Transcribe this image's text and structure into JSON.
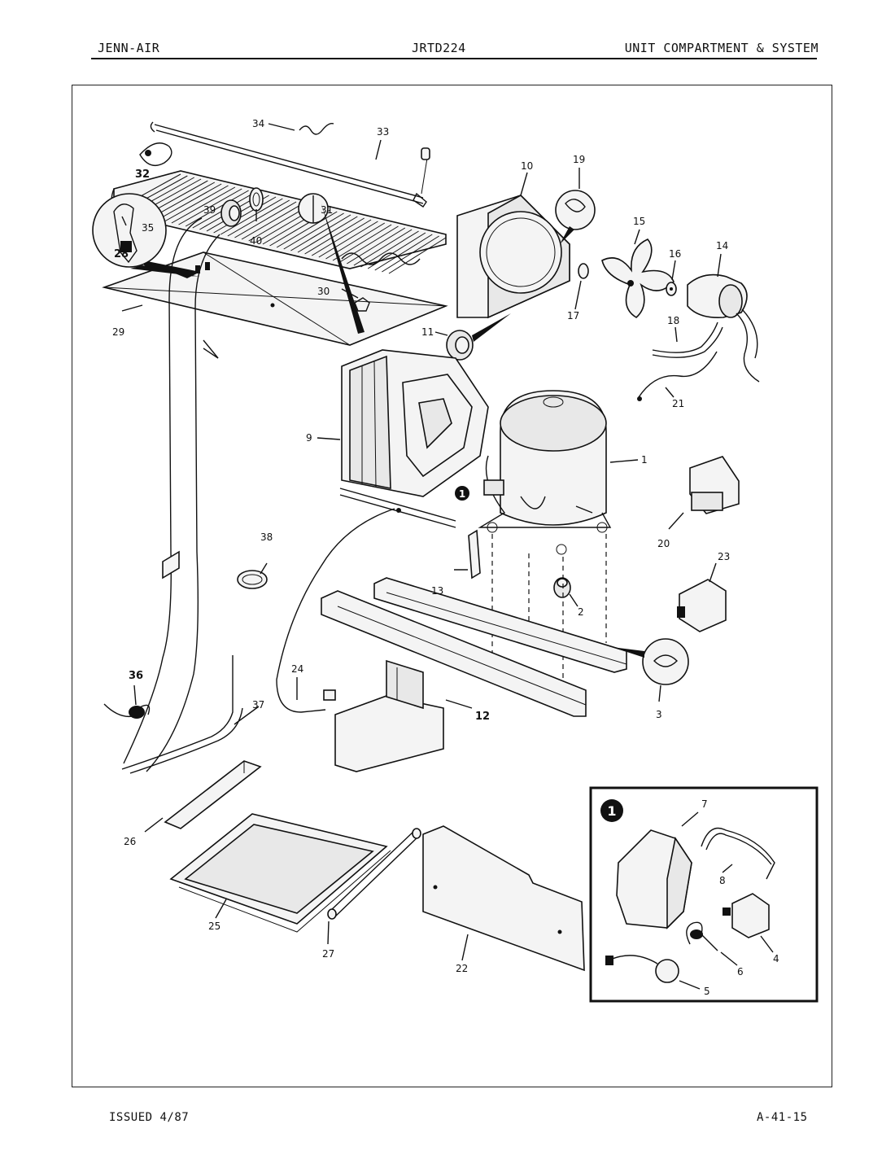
{
  "header": {
    "brand": "JENN-AIR",
    "model": "JRTD224",
    "section": "UNIT COMPARTMENT & SYSTEM"
  },
  "footer": {
    "issued": "ISSUED 4/87",
    "page_code": "A-41-15"
  },
  "callouts": {
    "p1": "1",
    "p2": "2",
    "p3": "3",
    "p4": "4",
    "p5": "5",
    "p6": "6",
    "p7": "7",
    "p8": "8",
    "p9": "9",
    "p10": "10",
    "p11": "11",
    "p12": "12",
    "p13": "13",
    "p14": "14",
    "p15": "15",
    "p16": "16",
    "p17": "17",
    "p18": "18",
    "p19": "19",
    "p20": "20",
    "p21": "21",
    "p22": "22",
    "p23": "23",
    "p24": "24",
    "p25": "25",
    "p26": "26",
    "p27": "27",
    "p28": "28",
    "p29": "29",
    "p30": "30",
    "p31": "31",
    "p32": "32",
    "p33": "33",
    "p34": "34",
    "p35": "35",
    "p36": "36",
    "p37": "37",
    "p38": "38",
    "p39": "39",
    "p40": "40"
  },
  "inset_badge": "1",
  "compressor_badge": "1"
}
